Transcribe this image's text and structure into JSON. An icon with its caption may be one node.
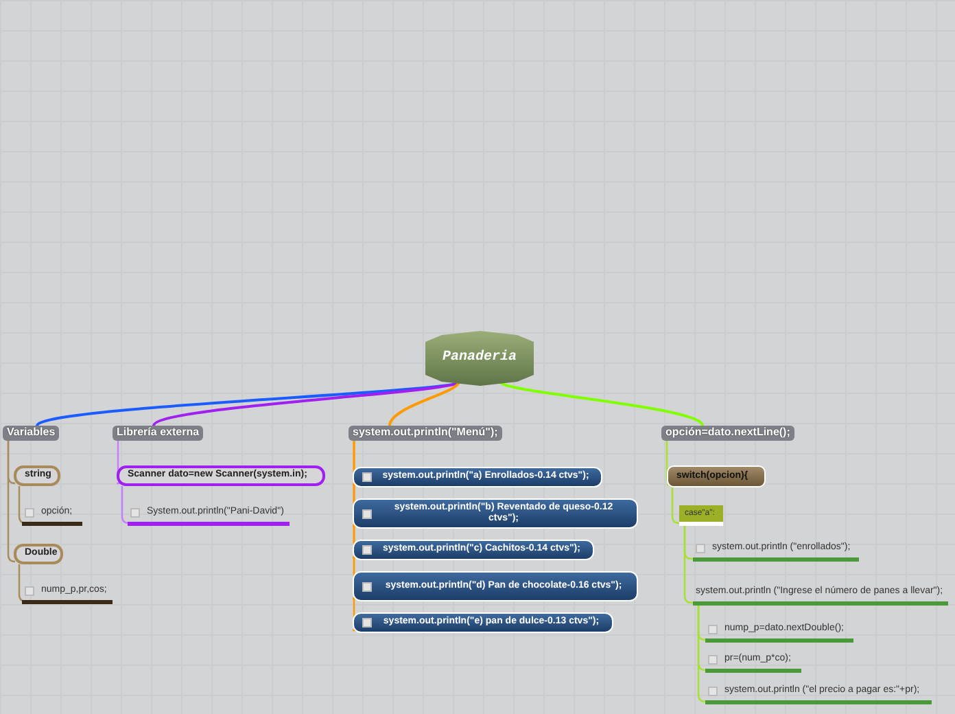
{
  "diagram": {
    "nodes": [
      {
        "text": [
          "Panaderia"
        ]
      },
      {
        "text": [
          "Variables"
        ]
      },
      {
        "text": [
          "string"
        ]
      },
      {
        "text": [
          "opción;"
        ]
      },
      {
        "text": [
          "Double"
        ]
      },
      {
        "text": [
          "nump_p,pr,cos;"
        ]
      },
      {
        "text": [
          "Librería externa"
        ]
      },
      {
        "text": [
          "Scanner dato=new Scanner(system.in);"
        ]
      },
      {
        "text": [
          "System.out.println(\"Pani-David\")"
        ]
      },
      {
        "text": [
          "system.out.println(\"Menú\");"
        ]
      },
      {
        "text": [
          "system.out.println(\"a) Enrollados-0.14 ctvs\");"
        ]
      },
      {
        "text": [
          "system.out.println(\"b) Reventado de queso-0.12 ctvs\");"
        ]
      },
      {
        "text": [
          "system.out.println(\"c) Cachitos-0.14 ctvs\");"
        ]
      },
      {
        "text": [
          "system.out.println(\"d) Pan de chocolate-0.16 ctvs\");"
        ]
      },
      {
        "text": [
          "system.out.println(\"e) pan de dulce-0.13 ctvs\");"
        ]
      },
      {
        "text": [
          "opción=dato.nextLine();"
        ]
      },
      {
        "text": [
          "switch(opcion){"
        ]
      },
      {
        "text": [
          "case\"a\":"
        ]
      },
      {
        "text": [
          "system.out.println (\"enrollados\");"
        ]
      },
      {
        "text": [
          "system.out.println (\"Ingrese el número de panes a llevar\");"
        ]
      },
      {
        "text": [
          "nump_p=dato.nextDouble();"
        ]
      },
      {
        "text": [
          "pr=(num_p*co);"
        ]
      },
      {
        "text": [
          "system.out.println (\"el precio a pagar es:\"+pr);"
        ]
      }
    ],
    "edges": [
      {
        "from": 0,
        "to": 1,
        "arrow": "none",
        "color": "#1a5cff"
      },
      {
        "from": 0,
        "to": 6,
        "arrow": "none",
        "color": "#a020f0"
      },
      {
        "from": 0,
        "to": 9,
        "arrow": "none",
        "color": "#ff9900"
      },
      {
        "from": 0,
        "to": 15,
        "arrow": "none",
        "color": "#80ff00"
      },
      {
        "from": 1,
        "to": 2,
        "arrow": "none",
        "color": "#a88b5a"
      },
      {
        "from": 1,
        "to": 4,
        "arrow": "none",
        "color": "#a88b5a"
      },
      {
        "from": 2,
        "to": 3,
        "arrow": "none",
        "color": "#a88b5a"
      },
      {
        "from": 4,
        "to": 5,
        "arrow": "none",
        "color": "#a88b5a"
      },
      {
        "from": 6,
        "to": 7,
        "arrow": "none",
        "color": "#c77dff"
      },
      {
        "from": 7,
        "to": 8,
        "arrow": "none",
        "color": "#c77dff"
      },
      {
        "from": 9,
        "to": 10,
        "arrow": "none",
        "color": "#ff9900"
      },
      {
        "from": 9,
        "to": 11,
        "arrow": "none",
        "color": "#ff9900"
      },
      {
        "from": 9,
        "to": 12,
        "arrow": "none",
        "color": "#ff9900"
      },
      {
        "from": 9,
        "to": 13,
        "arrow": "none",
        "color": "#ff9900"
      },
      {
        "from": 9,
        "to": 14,
        "arrow": "none",
        "color": "#ff9900"
      },
      {
        "from": 15,
        "to": 16,
        "arrow": "none"
      },
      {
        "from": 16,
        "to": 17,
        "arrow": "none"
      },
      {
        "from": 17,
        "to": 18,
        "arrow": "none"
      },
      {
        "from": 17,
        "to": 19,
        "arrow": "none"
      },
      {
        "from": 19,
        "to": 20,
        "arrow": "none"
      },
      {
        "from": 19,
        "to": 21,
        "arrow": "none"
      },
      {
        "from": 19,
        "to": 22,
        "arrow": "none"
      }
    ]
  }
}
